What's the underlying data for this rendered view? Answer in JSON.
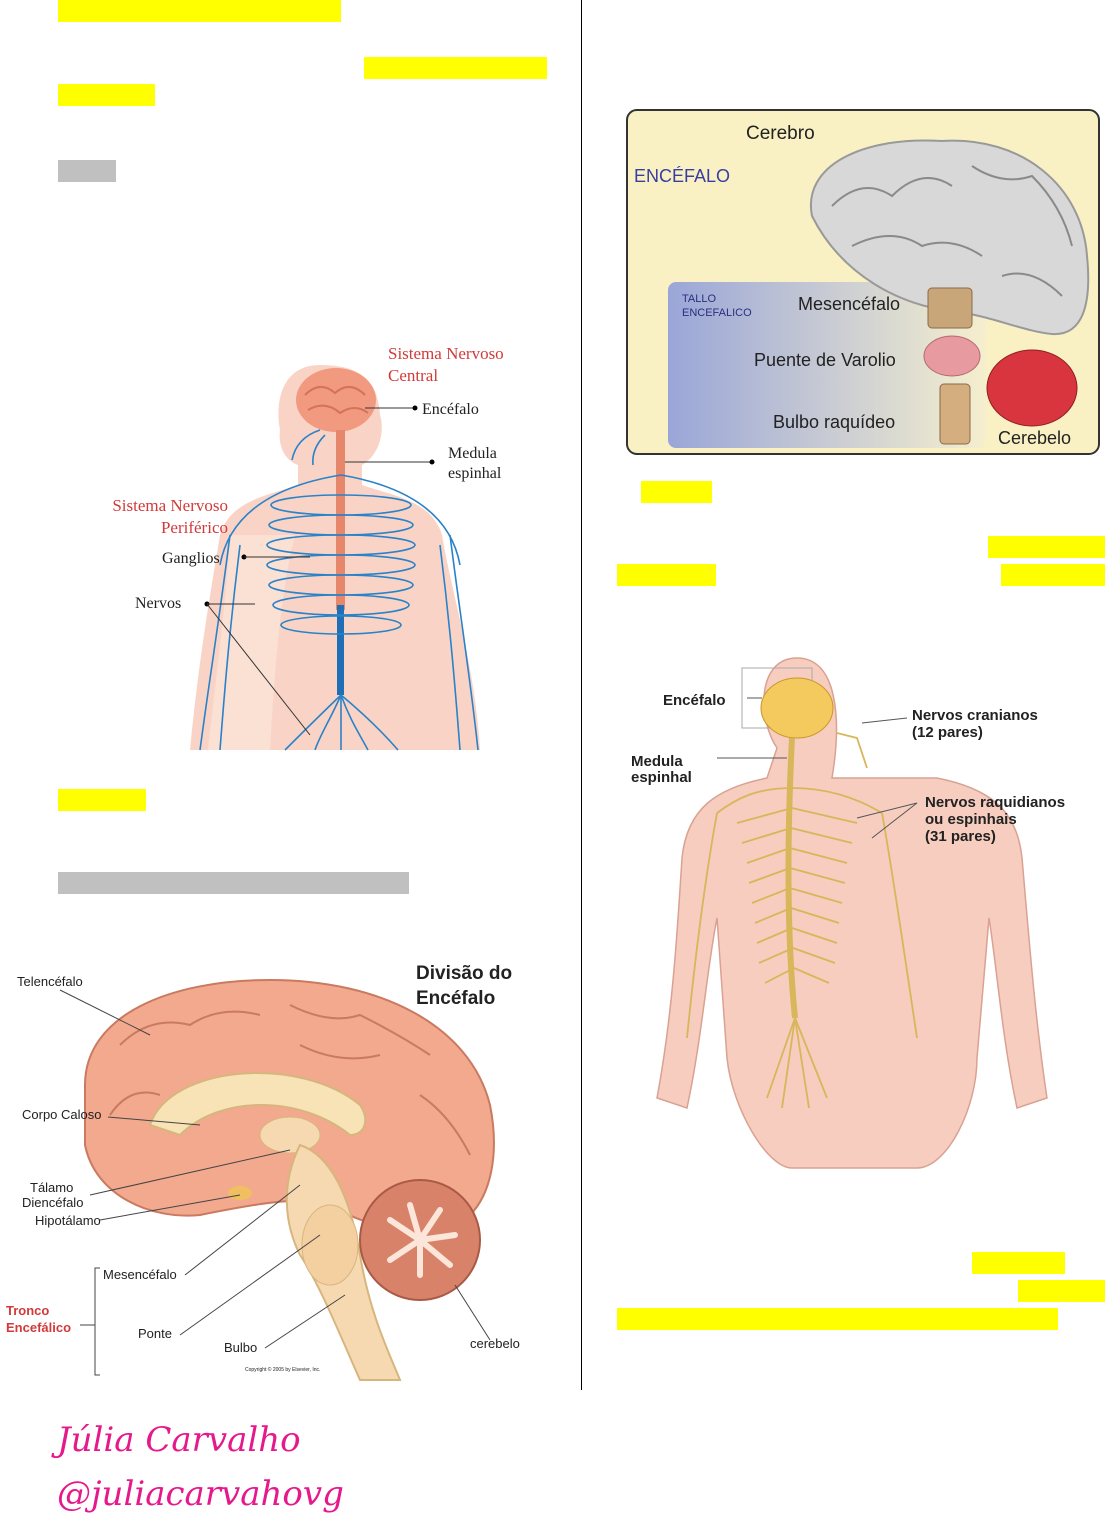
{
  "diagram_nervous_system": {
    "central_label_1": "Sistema Nervoso",
    "central_label_2": "Central",
    "encefalo": "Encéfalo",
    "medula_1": "Medula",
    "medula_2": "espinhal",
    "peripheral_label_1": "Sistema Nervoso",
    "peripheral_label_2": "Periférico",
    "ganglios": "Ganglios",
    "nervos": "Nervos"
  },
  "diagram_brain_division": {
    "title_1": "Divisão do",
    "title_2": "Encéfalo",
    "telencefalo": "Telencéfalo",
    "corpo_caloso": "Corpo Caloso",
    "talamo": "Tálamo",
    "diencefalo": "Diencéfalo",
    "hipotalamo": "Hipotálamo",
    "mesencefalo": "Mesencéfalo",
    "tronco_1": "Tronco",
    "tronco_2": "Encefálico",
    "ponte": "Ponte",
    "bulbo": "Bulbo",
    "cerebelo": "cerebelo",
    "copyright": "Copyright © 2005 by Elsevier, Inc."
  },
  "diagram_encefalo": {
    "cerebro": "Cerebro",
    "encefalo": "ENCÉFALO",
    "tallo_1": "TALLO",
    "tallo_2": "ENCEFALICO",
    "mesencefalo": "Mesencéfalo",
    "puente": "Puente de Varolio",
    "bulbo": "Bulbo raquídeo",
    "cerebelo": "Cerebelo"
  },
  "diagram_back": {
    "encefalo": "Encéfalo",
    "medula_1": "Medula",
    "medula_2": "espinhal",
    "cranianos_1": "Nervos cranianos",
    "cranianos_2": "(12 pares)",
    "raquidianos_1": "Nervos raquidianos",
    "raquidianos_2": "ou espinhais",
    "raquidianos_3": "(31 pares)"
  },
  "signature": {
    "name": "Júlia Carvalho",
    "handle": "@juliacarvahovg"
  },
  "colors": {
    "highlight": "#ffff00",
    "redacted": "#c0c0c0",
    "signature": "#e6198c"
  }
}
